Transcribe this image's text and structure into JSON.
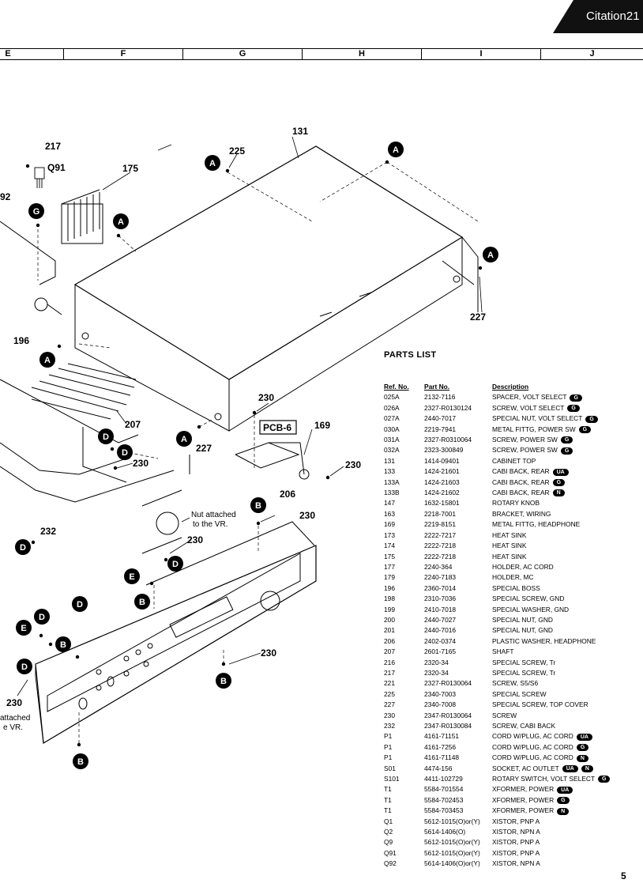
{
  "header": {
    "brand": "Citation21"
  },
  "columns": [
    "E",
    "F",
    "G",
    "H",
    "I",
    "J"
  ],
  "diagram": {
    "callouts": [
      {
        "id": "c131",
        "text": "131"
      },
      {
        "id": "c225",
        "text": "225"
      },
      {
        "id": "c217",
        "text": "217"
      },
      {
        "id": "cq91",
        "text": "Q91"
      },
      {
        "id": "c175",
        "text": "175"
      },
      {
        "id": "c92",
        "text": "92"
      },
      {
        "id": "c227a",
        "text": "227"
      },
      {
        "id": "c196",
        "text": "196"
      },
      {
        "id": "c207",
        "text": "207"
      },
      {
        "id": "c227b",
        "text": "227"
      },
      {
        "id": "c230a",
        "text": "230"
      },
      {
        "id": "c169",
        "text": "169"
      },
      {
        "id": "c230b",
        "text": "230"
      },
      {
        "id": "c230c",
        "text": "230"
      },
      {
        "id": "c206",
        "text": "206"
      },
      {
        "id": "c230d",
        "text": "230"
      },
      {
        "id": "c232",
        "text": "232"
      },
      {
        "id": "c230e",
        "text": "230"
      },
      {
        "id": "c230f",
        "text": "230"
      },
      {
        "id": "c230g",
        "text": "230"
      }
    ],
    "pcb_label": "PCB-6",
    "note_line1": "Nut attached",
    "note_line2": "to the VR.",
    "note2_line1": "attached",
    "note2_line2": "e VR.",
    "markers": [
      "A",
      "A",
      "A",
      "A",
      "A",
      "A",
      "G",
      "D",
      "D",
      "D",
      "D",
      "D",
      "D",
      "E",
      "E",
      "B",
      "B",
      "B",
      "B",
      "B",
      "D"
    ]
  },
  "parts_list": {
    "title": "PARTS LIST",
    "headers": {
      "ref": "Ref. No.",
      "part": "Part No.",
      "desc": "Description"
    },
    "rows": [
      {
        "ref": "025A",
        "part": "2132-7116",
        "desc": "SPACER, VOLT SELECT",
        "badge": "G"
      },
      {
        "ref": "026A",
        "part": "2327-R0130124",
        "desc": "SCREW, VOLT SELECT",
        "badge": "G"
      },
      {
        "ref": "027A",
        "part": "2440-7017",
        "desc": "SPECIAL NUT, VOLT SELECT",
        "badge": "G"
      },
      {
        "ref": "030A",
        "part": "2219-7941",
        "desc": "METAL FITTG, POWER SW",
        "badge": "G"
      },
      {
        "ref": "031A",
        "part": "2327-R0310064",
        "desc": "SCREW, POWER SW",
        "badge": "G"
      },
      {
        "ref": "032A",
        "part": "2323-300849",
        "desc": "SCREW, POWER SW",
        "badge": "G"
      },
      {
        "ref": "131",
        "part": "1414-09401",
        "desc": "CABINET TOP",
        "badge": ""
      },
      {
        "ref": "133",
        "part": "1424-21601",
        "desc": "CABI BACK, REAR",
        "badge": "UA"
      },
      {
        "ref": "133A",
        "part": "1424-21603",
        "desc": "CABI BACK, REAR",
        "badge": "G"
      },
      {
        "ref": "133B",
        "part": "1424-21602",
        "desc": "CABI BACK, REAR",
        "badge": "N"
      },
      {
        "ref": "147",
        "part": "1632-15801",
        "desc": "ROTARY KNOB",
        "badge": ""
      },
      {
        "ref": "163",
        "part": "2218-7001",
        "desc": "BRACKET, WIRING",
        "badge": ""
      },
      {
        "ref": "169",
        "part": "2219-8151",
        "desc": "METAL FITTG, HEADPHONE",
        "badge": ""
      },
      {
        "ref": "173",
        "part": "2222-7217",
        "desc": "HEAT SINK",
        "badge": ""
      },
      {
        "ref": "174",
        "part": "2222-7218",
        "desc": "HEAT SINK",
        "badge": ""
      },
      {
        "ref": "175",
        "part": "2222-7218",
        "desc": "HEAT SINK",
        "badge": ""
      },
      {
        "ref": "177",
        "part": "2240-364",
        "desc": "HOLDER, AC CORD",
        "badge": ""
      },
      {
        "ref": "179",
        "part": "2240-7183",
        "desc": "HOLDER, MC",
        "badge": ""
      },
      {
        "ref": "196",
        "part": "2360-7014",
        "desc": "SPECIAL BOSS",
        "badge": ""
      },
      {
        "ref": "198",
        "part": "2310-7036",
        "desc": "SPECIAL SCREW, GND",
        "badge": ""
      },
      {
        "ref": "199",
        "part": "2410-7018",
        "desc": "SPECIAL WASHER, GND",
        "badge": ""
      },
      {
        "ref": "200",
        "part": "2440-7027",
        "desc": "SPECIAL NUT, GND",
        "badge": ""
      },
      {
        "ref": "201",
        "part": "2440-7016",
        "desc": "SPECIAL NUT, GND",
        "badge": ""
      },
      {
        "ref": "206",
        "part": "2402-0374",
        "desc": "PLASTIC WASHER, HEADPHONE",
        "badge": ""
      },
      {
        "ref": "207",
        "part": "2601-7165",
        "desc": "SHAFT",
        "badge": ""
      },
      {
        "ref": "216",
        "part": "2320-34",
        "desc": "SPECIAL SCREW, Tr",
        "badge": ""
      },
      {
        "ref": "217",
        "part": "2320-34",
        "desc": "SPECIAL SCREW, Tr",
        "badge": ""
      },
      {
        "ref": "221",
        "part": "2327-R0130064",
        "desc": "SCREW, S5/S6",
        "badge": ""
      },
      {
        "ref": "225",
        "part": "2340-7003",
        "desc": "SPECIAL SCREW",
        "badge": ""
      },
      {
        "ref": "227",
        "part": "2340-7008",
        "desc": "SPECIAL SCREW, TOP COVER",
        "badge": ""
      },
      {
        "ref": "230",
        "part": "2347-R0130064",
        "desc": "SCREW",
        "badge": ""
      },
      {
        "ref": "232",
        "part": "2347-R0130084",
        "desc": "SCREW, CABI BACK",
        "badge": ""
      },
      {
        "ref": "P1",
        "part": "4161-71151",
        "desc": "CORD W/PLUG, AC CORD",
        "badge": "UA"
      },
      {
        "ref": "P1",
        "part": "4161-7256",
        "desc": "CORD W/PLUG, AC CORD",
        "badge": "G"
      },
      {
        "ref": "P1",
        "part": "4161-71148",
        "desc": "CORD W/PLUG, AC CORD",
        "badge": "N"
      },
      {
        "ref": "S01",
        "part": "4474-156",
        "desc": "SOCKET, AC OUTLET",
        "badge": "UA",
        "badge2": "N"
      },
      {
        "ref": "S101",
        "part": "4411-102729",
        "desc": "ROTARY SWITCH, VOLT SELECT",
        "badge": "G"
      },
      {
        "ref": "T1",
        "part": "5584-701554",
        "desc": "XFORMER, POWER",
        "badge": "UA"
      },
      {
        "ref": "T1",
        "part": "5584-702453",
        "desc": "XFORMER, POWER",
        "badge": "G"
      },
      {
        "ref": "T1",
        "part": "5584-703453",
        "desc": "XFORMER, POWER",
        "badge": "N"
      },
      {
        "ref": "Q1",
        "part": "5612-1015(O)or(Y)",
        "desc": "XISTOR, PNP A",
        "badge": ""
      },
      {
        "ref": "Q2",
        "part": "5614-1406(O)",
        "desc": "XISTOR, NPN A",
        "badge": ""
      },
      {
        "ref": "Q9",
        "part": "5612-1015(O)or(Y)",
        "desc": "XISTOR, PNP A",
        "badge": ""
      },
      {
        "ref": "Q91",
        "part": "5612-1015(O)or(Y)",
        "desc": "XISTOR, PNP A",
        "badge": ""
      },
      {
        "ref": "Q92",
        "part": "5614-1406(O)or(Y)",
        "desc": "XISTOR, NPN A",
        "badge": ""
      }
    ]
  },
  "page_number": "5"
}
